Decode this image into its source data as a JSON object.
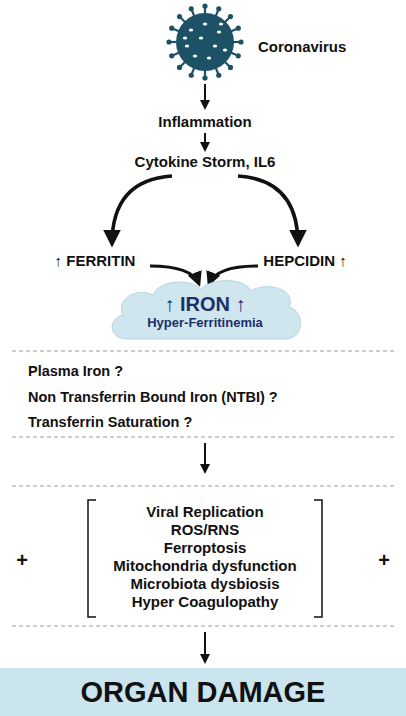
{
  "diagram": {
    "nodes": [
      {
        "text": [
          "↑ IRON ↑",
          "Hyper-Ferritinemia"
        ]
      },
      {
        "text": [
          "ORGAN DAMAGE"
        ]
      }
    ],
    "labels": [
      "Coronavirus",
      "Inflammation",
      "Cytokine Storm, IL6",
      "↑ FERRITIN",
      "HEPCIDIN ↑",
      "Plasma Iron ?",
      "Non Transferrin Bound Iron (NTBI) ?",
      "Transferrin Saturation ?",
      "+",
      "Viral Replication",
      "ROS/RNS",
      "Ferroptosis",
      "Mitochondria dysfunction",
      "Microbiota dysbiosis",
      "Hyper Coagulopathy",
      "+"
    ]
  }
}
